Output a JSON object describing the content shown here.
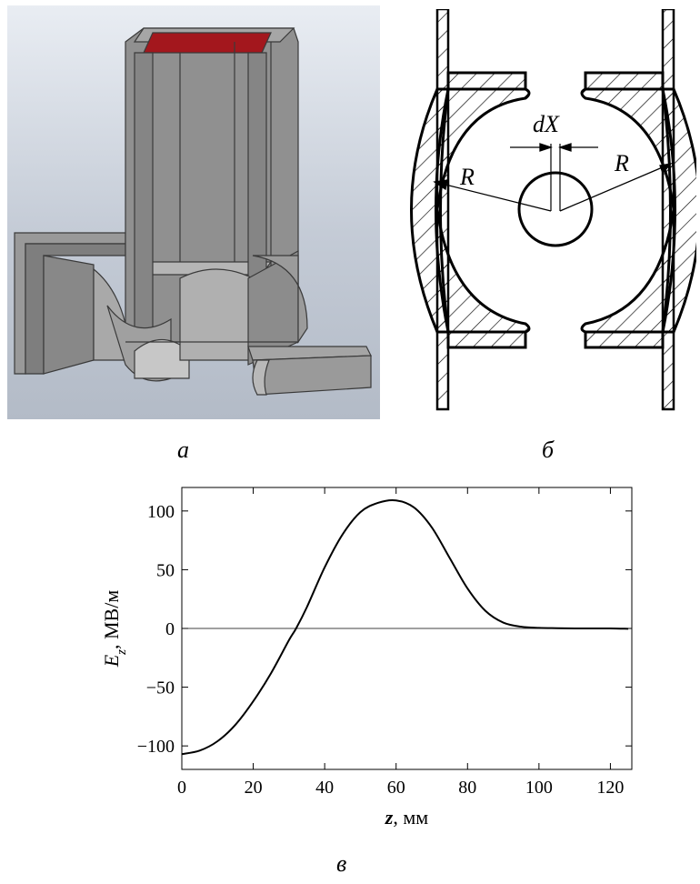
{
  "captions": {
    "a": "а",
    "b": "б",
    "v": "в"
  },
  "diagram": {
    "label_dx": "dX",
    "label_r_left": "R",
    "label_r_right": "R"
  },
  "colors": {
    "model_gray": "#8f8f8f",
    "model_red": "#a3171d",
    "line": "#000000"
  },
  "chart_data": {
    "type": "line",
    "xlabel": {
      "var": "z",
      "unit": ", мм"
    },
    "ylabel": {
      "var": "E",
      "sub": "z",
      "unit": ", МВ/м"
    },
    "xlim": [
      0,
      126
    ],
    "ylim": [
      -120,
      120
    ],
    "x_ticks": [
      0,
      20,
      40,
      60,
      80,
      100,
      120
    ],
    "y_ticks": [
      100,
      50,
      0,
      -50,
      -100
    ],
    "x_tick_labels": [
      "0",
      "20",
      "40",
      "60",
      "80",
      "100",
      "120"
    ],
    "y_tick_labels": [
      "100",
      "50",
      "0",
      "−50",
      "−100"
    ],
    "zero_line": true,
    "series": [
      {
        "x": [
          0,
          5,
          10,
          15,
          20,
          25,
          30,
          32,
          35,
          40,
          45,
          50,
          55,
          60,
          65,
          70,
          75,
          80,
          85,
          90,
          95,
          100,
          105,
          110,
          115,
          120,
          125
        ],
        "y": [
          -107,
          -104,
          -96,
          -82,
          -62,
          -38,
          -10,
          0,
          18,
          52,
          80,
          99,
          107,
          109,
          103,
          86,
          60,
          34,
          15,
          5,
          1.5,
          0.5,
          0.2,
          0,
          0,
          0,
          -0.3
        ]
      }
    ]
  }
}
